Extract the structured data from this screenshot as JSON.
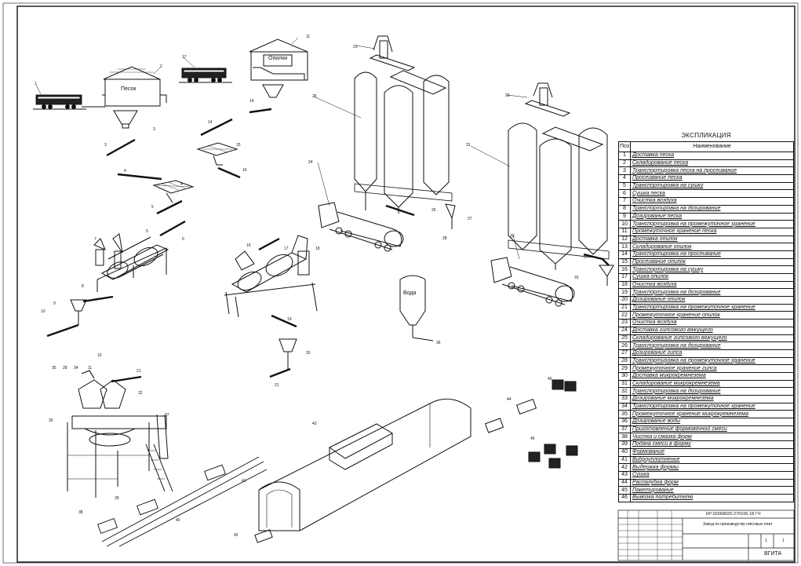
{
  "explication": {
    "title": "ЭКСПЛИКАЦИЯ",
    "col_pos": "Поз",
    "col_name": "Наименование",
    "rows": [
      {
        "n": "1",
        "t": "Доставка песка"
      },
      {
        "n": "2",
        "t": "Складирование песка"
      },
      {
        "n": "3",
        "t": "Транспортировка песка на просеивание"
      },
      {
        "n": "4",
        "t": "Просеивание песка"
      },
      {
        "n": "5",
        "t": "Транспортировка на сушку"
      },
      {
        "n": "6",
        "t": "Сушка песка"
      },
      {
        "n": "7",
        "t": "Очистка воздуха"
      },
      {
        "n": "8",
        "t": "Транспортировка на дозирование"
      },
      {
        "n": "9",
        "t": "Дозирование песка"
      },
      {
        "n": "10",
        "t": "Транспортировка на промежуточное хранение"
      },
      {
        "n": "11",
        "t": "Промежуточное хранение песка"
      },
      {
        "n": "12",
        "t": "Доставка опилок"
      },
      {
        "n": "13",
        "t": "Складирование опилок"
      },
      {
        "n": "14",
        "t": "Транспортировка на просеивание"
      },
      {
        "n": "15",
        "t": "Просеивание опилок"
      },
      {
        "n": "16",
        "t": "Транспортировка на сушку"
      },
      {
        "n": "17",
        "t": "Сушка опилок"
      },
      {
        "n": "18",
        "t": "Очистка воздуха"
      },
      {
        "n": "19",
        "t": "Транспортировка на дозирование"
      },
      {
        "n": "20",
        "t": "Дозирование опилок"
      },
      {
        "n": "21",
        "t": "Транспортировка на промежуточное хранение"
      },
      {
        "n": "22",
        "t": "Промежуточное хранение опилок"
      },
      {
        "n": "23",
        "t": "Очистка воздуха"
      },
      {
        "n": "24",
        "t": "Доставка гипсового вяжущего"
      },
      {
        "n": "25",
        "t": "Складирование гипсового вяжущего"
      },
      {
        "n": "26",
        "t": "Транспортировка на дозирование"
      },
      {
        "n": "27",
        "t": "Дозирование гипса"
      },
      {
        "n": "28",
        "t": "Транспортировка на промежуточное хранение"
      },
      {
        "n": "29",
        "t": "Промежуточное хранение гипса"
      },
      {
        "n": "30",
        "t": "Доставка микрокремнезема"
      },
      {
        "n": "31",
        "t": "Складирование микрокремнезема"
      },
      {
        "n": "32",
        "t": "Транспортировка на дозирование"
      },
      {
        "n": "33",
        "t": "Дозирование микрокремнезема"
      },
      {
        "n": "34",
        "t": "Транспортировка на промежуточное хранение"
      },
      {
        "n": "35",
        "t": "Промежуточное хранение микрокремнезема"
      },
      {
        "n": "36",
        "t": "Дозирование воды"
      },
      {
        "n": "37",
        "t": "Приготовление формовочной смеси"
      },
      {
        "n": "38",
        "t": "Чистка и смазка форм"
      },
      {
        "n": "39",
        "t": "Подача смеси в форму"
      },
      {
        "n": "40",
        "t": "Формование"
      },
      {
        "n": "41",
        "t": "Виброуплотнение"
      },
      {
        "n": "42",
        "t": "Выдержка формы"
      },
      {
        "n": "43",
        "t": "Сушка"
      },
      {
        "n": "44",
        "t": "Распалубка форм"
      },
      {
        "n": "45",
        "t": "Пакетирование"
      },
      {
        "n": "46",
        "t": "Вывозка потребителю"
      }
    ]
  },
  "stamp": {
    "code": "КР-02068025-270106-18 ГЧ",
    "title": "Завод по производству гипсовых плит ",
    "org": "ВГИТА",
    "sheet": "1",
    "sheets": "1"
  },
  "labels": {
    "sand": "Песок",
    "sawdust": "Опилки",
    "water": "Вода"
  }
}
